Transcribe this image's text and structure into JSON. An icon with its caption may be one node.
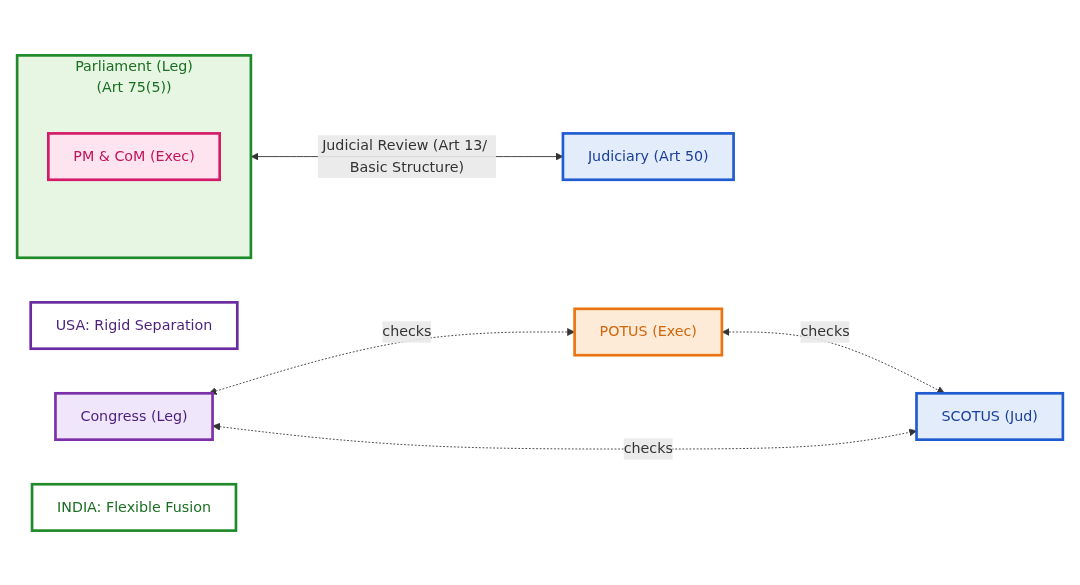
{
  "diagram": {
    "nodes": [
      {
        "text": [
          "USA: Rigid Separation"
        ]
      },
      {
        "text": [
          "Congress (Leg)"
        ]
      },
      {
        "text": [
          "POTUS (Exec)"
        ]
      },
      {
        "text": [
          "SCOTUS (Jud)"
        ]
      },
      {
        "text": [
          "INDIA: Flexible Fusion"
        ]
      },
      {
        "text": [
          "Parliament (Leg)",
          "(Art 75(5))"
        ]
      },
      {
        "text": [
          "PM & CoM (Exec)"
        ],
        "in": 5
      },
      {
        "text": [
          "Judiciary (Art 50)"
        ]
      }
    ],
    "edges": [
      {
        "from": 1,
        "to": 2,
        "arrow": "both",
        "style": "dashed",
        "label": "checks"
      },
      {
        "from": 1,
        "to": 3,
        "arrow": "both",
        "style": "dashed",
        "label": "checks"
      },
      {
        "from": 2,
        "to": 3,
        "arrow": "both",
        "style": "dashed",
        "label": "checks"
      },
      {
        "from": 5,
        "to": 7,
        "arrow": "both",
        "label": "Judicial Review (Art 13/ Basic Structure)"
      }
    ]
  }
}
